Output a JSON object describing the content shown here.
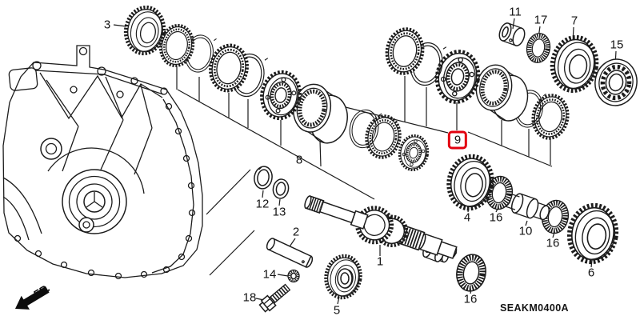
{
  "diagram": {
    "type": "exploded-parts-diagram",
    "code": "SEAKM0400A",
    "direction_indicator": "FR.",
    "selected_part_number": "9",
    "colors": {
      "line": "#1c1c1c",
      "background": "#ffffff",
      "highlight": "#e2000f",
      "text": "#141414"
    },
    "callouts": [
      {
        "label": "3",
        "highlighted": false
      },
      {
        "label": "8",
        "highlighted": false
      },
      {
        "label": "9",
        "highlighted": true
      },
      {
        "label": "11",
        "highlighted": false
      },
      {
        "label": "17",
        "highlighted": false
      },
      {
        "label": "7",
        "highlighted": false
      },
      {
        "label": "15",
        "highlighted": false
      },
      {
        "label": "12",
        "highlighted": false
      },
      {
        "label": "13",
        "highlighted": false
      },
      {
        "label": "2",
        "highlighted": false
      },
      {
        "label": "14",
        "highlighted": false
      },
      {
        "label": "18",
        "highlighted": false
      },
      {
        "label": "5",
        "highlighted": false
      },
      {
        "label": "1",
        "highlighted": false
      },
      {
        "label": "4",
        "highlighted": false
      },
      {
        "label": "16",
        "highlighted": false
      },
      {
        "label": "10",
        "highlighted": false
      },
      {
        "label": "16",
        "highlighted": false
      },
      {
        "label": "6",
        "highlighted": false
      },
      {
        "label": "16",
        "highlighted": false
      }
    ]
  }
}
